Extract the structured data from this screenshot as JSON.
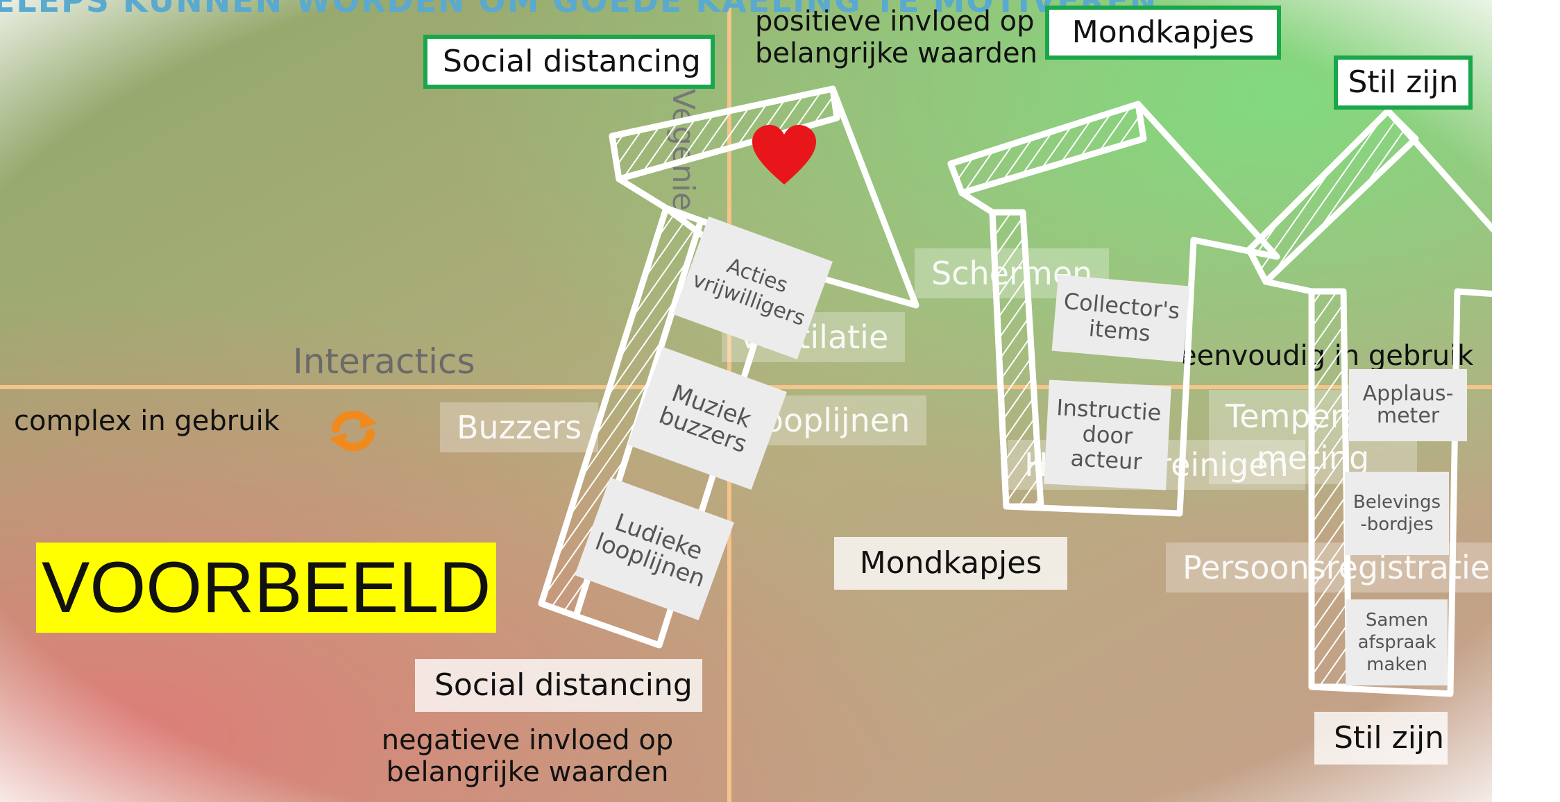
{
  "banner": "ELEPS KUNNEN WORDEN OM GOEDE KAELING TE MOTIVEREN",
  "axes": {
    "top": "positieve invloed op\nbelangrijke waarden",
    "bottom": "negatieve invloed op\nbelangrijke waarden",
    "left": "complex in gebruik",
    "right": "eenvoudig in gebruik"
  },
  "labels": {
    "interactics": "Interactics",
    "vertical": "Vegenie",
    "voorbeeld": "VOORBEELD"
  },
  "green_tags": {
    "social_distancing": "Social distancing",
    "mondkapjes": "Mondkapjes",
    "stil_zijn": "Stil zijn"
  },
  "white_tags": {
    "social_distancing": "Social distancing",
    "mondkapjes": "Mondkapjes",
    "stil_zijn": "Stil zijn"
  },
  "faded_items": {
    "schermen": "Schermen",
    "ventilatie": "Ventilatie",
    "buzzers": "Buzzers",
    "looplijnen": "Looplijnen",
    "temperatuurmeting": "Temperatuur\nmeting",
    "handen": "Handen reinigen",
    "persoonsregistratie": "Persoonsregistratie"
  },
  "arrow1_cards": [
    "Acties\nvrijwilligers",
    "Muziek\nbuzzers",
    "Ludieke\nlooplijnen"
  ],
  "arrow2_cards": [
    "Collector's\nitems",
    "Instructie\ndoor\nacteur"
  ],
  "arrow3_cards": [
    "Applaus-\nmeter",
    "Belevings\n-bordjes",
    "Samen\nafspraak\nmaken"
  ],
  "icons": {
    "heart": "heart-icon",
    "refresh": "refresh-icon"
  },
  "colors": {
    "green_tag_border": "#1aa64a",
    "heart": "#e8151b",
    "refresh": "#f08a1c",
    "voorbeeld_bg": "#ffff00",
    "axis_lines": "#f4c48a"
  }
}
